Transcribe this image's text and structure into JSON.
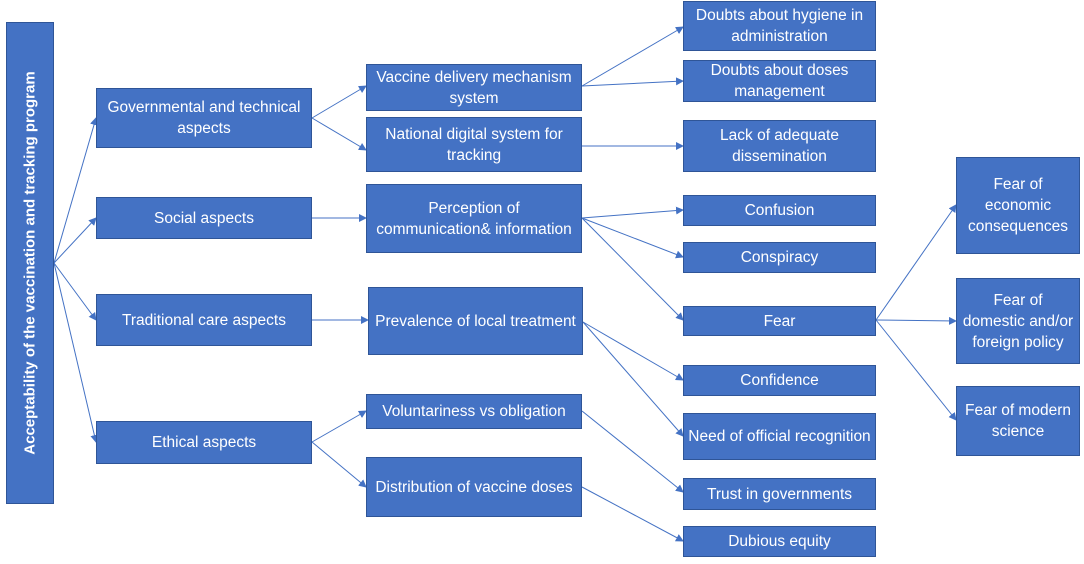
{
  "root": {
    "label": "Acceptability of the vaccination and tracking program"
  },
  "level1": {
    "governmental": "Governmental and technical aspects",
    "social": "Social aspects",
    "traditional": "Traditional care aspects",
    "ethical": "Ethical aspects"
  },
  "level2": {
    "delivery": "Vaccine delivery mechanism system",
    "digital": "National digital system for tracking",
    "perception": "Perception of communication& information",
    "prevalence": "Prevalence of local treatment",
    "voluntariness": "Voluntariness vs obligation",
    "distribution": "Distribution of vaccine doses"
  },
  "level3": {
    "hygiene": "Doubts about hygiene in administration",
    "doses": "Doubts about doses management",
    "dissemination": "Lack of adequate dissemination",
    "confusion": "Confusion",
    "conspiracy": "Conspiracy",
    "fear": "Fear",
    "confidence": "Confidence",
    "recognition": "Need of official recognition",
    "trust": "Trust in governments",
    "equity": "Dubious equity"
  },
  "level4": {
    "economic": "Fear of economic consequences",
    "policy": "Fear of domestic and/or foreign policy",
    "science": "Fear of modern science"
  },
  "colors": {
    "box_fill": "#4472c4",
    "box_border": "#2f5597",
    "connector": "#4472c4",
    "text": "#ffffff"
  }
}
